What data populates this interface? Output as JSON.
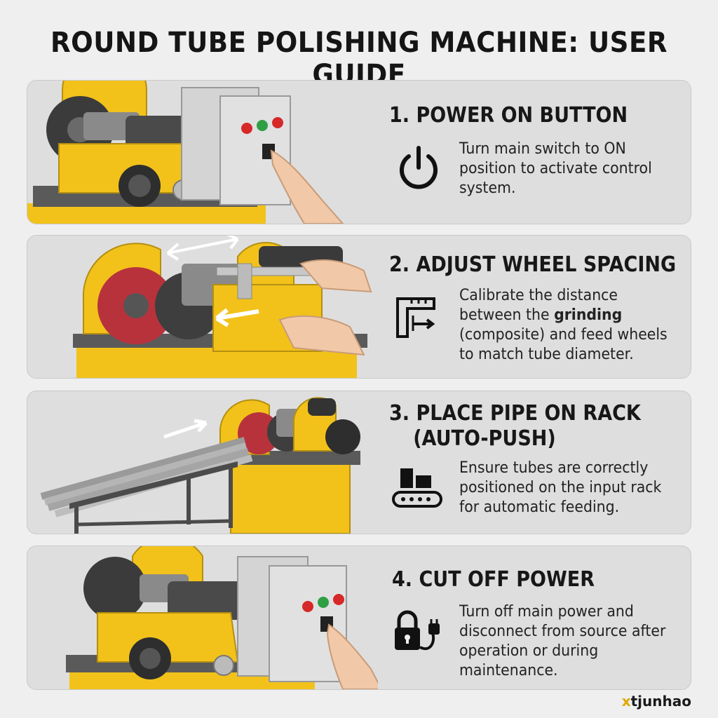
{
  "title": "ROUND TUBE POLISHING MACHINE: USER GUIDE",
  "steps": [
    {
      "title": "1. POWER ON BUTTON",
      "icon": "power-icon",
      "description": "Turn main switch to ON position to activate control system."
    },
    {
      "title": "2. ADJUST WHEEL SPACING",
      "icon": "caliper-measure-icon",
      "description_before": "Calibrate the distance between the ",
      "description_bold": "grinding",
      "description_after": " (composite) and feed wheels to match tube diameter."
    },
    {
      "title_line1": "3. PLACE PIPE ON RACK",
      "title_line2": "(AUTO-PUSH)",
      "icon": "conveyor-icon",
      "description": "Ensure tubes are correctly positioned on the input rack for automatic feeding."
    },
    {
      "title": "4. CUT OFF POWER",
      "icon": "lock-plug-icon",
      "description": "Turn off main power and disconnect from source after operation or during maintenance."
    }
  ],
  "brand": {
    "mark": "x",
    "name": "tjunhao"
  },
  "colors": {
    "machine_yellow": "#f2c21b",
    "grinding_wheel_red": "#b8323c",
    "panel_bg": "#dedede",
    "page_bg": "#efefef"
  }
}
